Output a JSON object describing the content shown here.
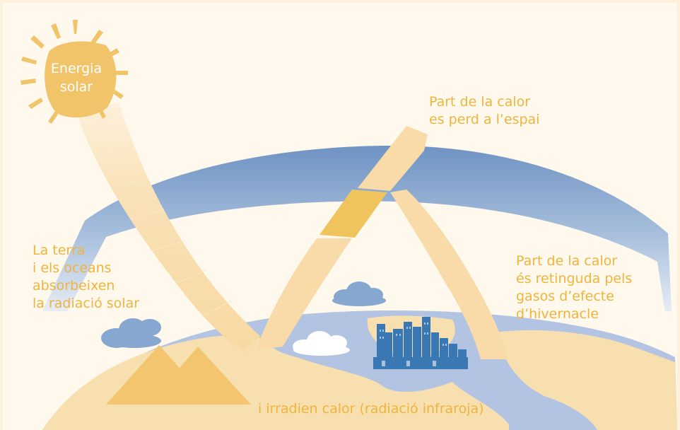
{
  "sun": {
    "line1": "Energia",
    "line2": "solar"
  },
  "lost_heat": {
    "line1": "Part de la calor",
    "line2": "es perd a l’espai"
  },
  "absorb": {
    "line1": "La terra",
    "line2": "i els oceans",
    "line3": "absorbeixen",
    "line4": "la radiació solar"
  },
  "retained": {
    "line1": "Part de la calor",
    "line2": "és retinguda pels",
    "line3": "gasos d’efecte",
    "line4": "d’hivernacle"
  },
  "irradiate": {
    "line1": "i irradien calor (radiació infraroja)"
  },
  "colors": {
    "label": "#f0b43c",
    "sun": "#f2c46a",
    "beam": "#f8dba8",
    "beam_dark": "#f0c45c",
    "atmosphere": "#86a7cf",
    "ocean": "#b2c3e2",
    "land": "#f7dfb0",
    "city": "#3a78b4"
  }
}
